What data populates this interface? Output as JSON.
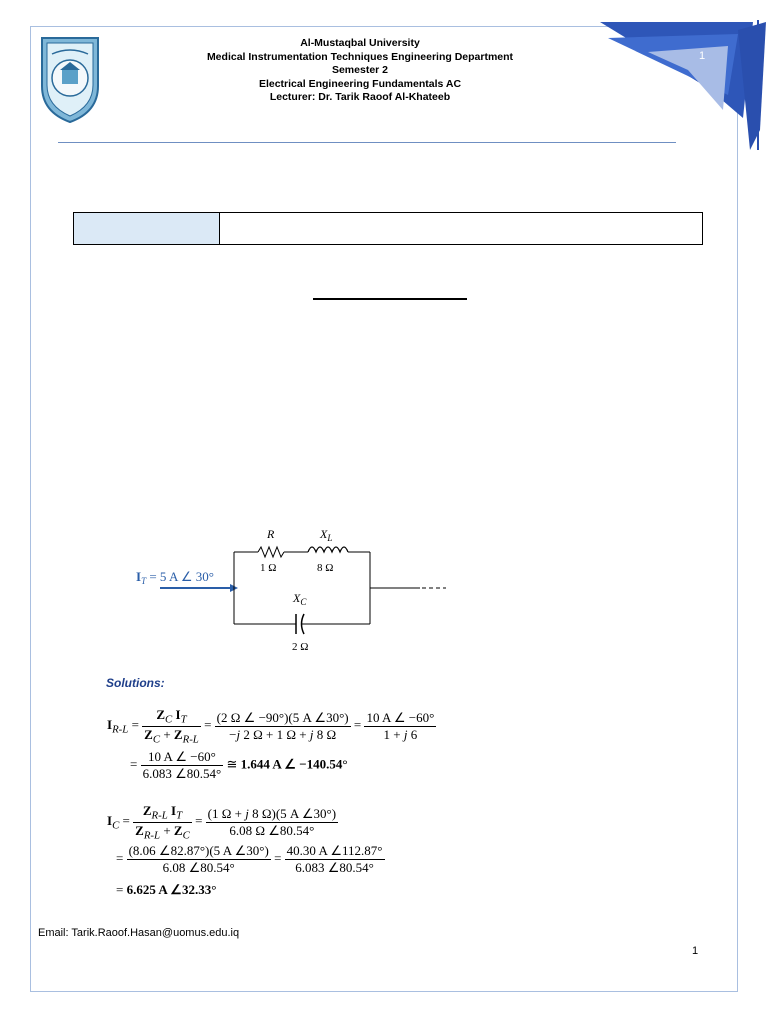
{
  "header": {
    "university": "Al-Mustaqbal University",
    "department": "Medical Instrumentation Techniques Engineering Department",
    "semester": "Semester 2",
    "course": "Electrical Engineering Fundamentals AC",
    "lecturer": "Lecturer: Dr. Tarik Raoof Al-Khateeb",
    "page_number": "1"
  },
  "circuit": {
    "source_label": "I_T = 5 A ∠ 30°",
    "r_label": "R",
    "r_value": "1 Ω",
    "xl_label": "X_L",
    "xl_value": "8 Ω",
    "xc_label": "X_C",
    "xc_value": "2 Ω"
  },
  "solutions_label": "Solutions:",
  "footer": {
    "email": "Email: Tarik.Raoof.Hasan@uomus.edu.iq",
    "page_number": "1"
  }
}
